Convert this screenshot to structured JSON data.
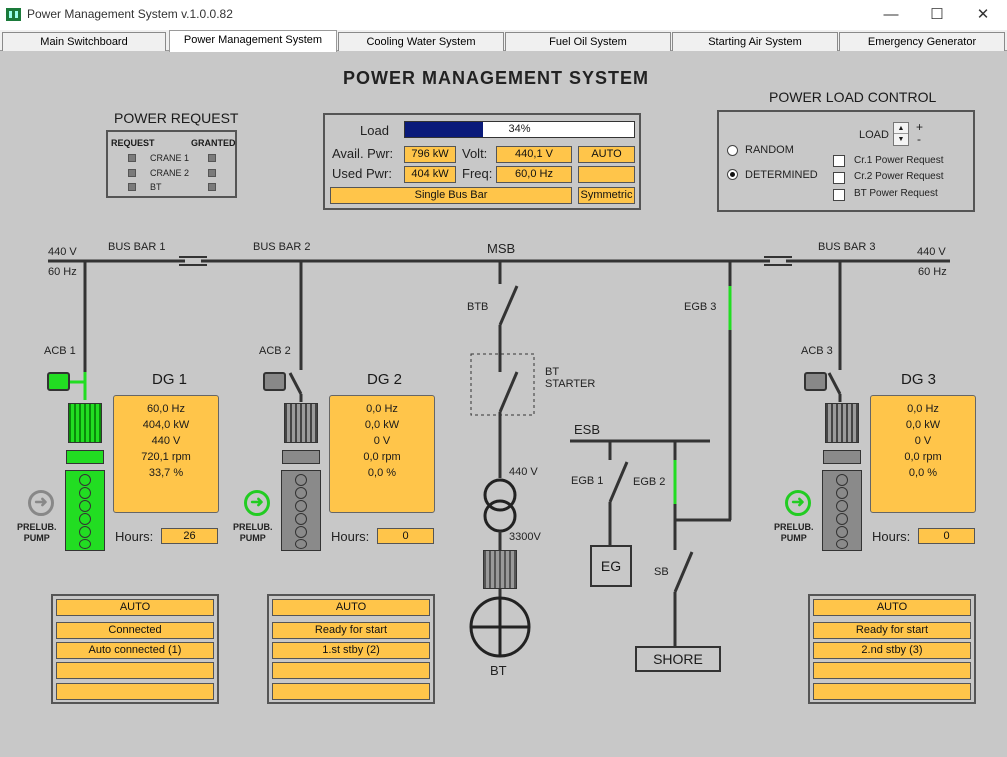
{
  "window": {
    "title": "Power Management System  v.1.0.0.82",
    "minimize": "—",
    "maximize": "☐",
    "close": "✕"
  },
  "tabs": [
    "Main Switchboard",
    "Power Management System",
    "Cooling Water System",
    "Fuel Oil System",
    "Starting Air System",
    "Emergency Generator"
  ],
  "page_title": "POWER MANAGEMENT SYSTEM",
  "power_request": {
    "title": "POWER REQUEST",
    "col_request": "REQUEST",
    "col_granted": "GRANTED",
    "items": [
      "CRANE 1",
      "CRANE 2",
      "BT"
    ]
  },
  "load_panel": {
    "load_label": "Load",
    "load_percent": 34,
    "load_text": "34%",
    "avail_label": "Avail. Pwr:",
    "avail_value": "796 kW",
    "used_label": "Used Pwr:",
    "used_value": "404 kW",
    "volt_label": "Volt:",
    "volt_value": "440,1 V",
    "freq_label": "Freq:",
    "freq_value": "60,0 Hz",
    "mode": "AUTO",
    "extra": "",
    "busbar_mode": "Single Bus Bar",
    "symmetric": "Symmetric"
  },
  "power_load_control": {
    "title": "POWER LOAD CONTROL",
    "load_label": "LOAD",
    "plus": "+",
    "minus": "-",
    "random": "RANDOM",
    "determined": "DETERMINED",
    "selected": "DETERMINED",
    "cr1": "Cr.1 Power Request",
    "cr2": "Cr.2 Power Request",
    "bt": "BT Power Request"
  },
  "diagram": {
    "left_volt": "440 V",
    "left_freq": "60 Hz",
    "right_volt": "440 V",
    "right_freq": "60 Hz",
    "bus1": "BUS BAR 1",
    "bus2": "BUS BAR 2",
    "msb": "MSB",
    "bus3": "BUS BAR 3",
    "acb1": "ACB 1",
    "acb2": "ACB 2",
    "acb3": "ACB 3",
    "btb": "BTB",
    "bt_starter": "BT\nSTARTER",
    "egb3": "EGB 3",
    "esb": "ESB",
    "egb1": "EGB 1",
    "egb2": "EGB 2",
    "eg": "EG",
    "sb": "SB",
    "shore": "SHORE",
    "tr_hi": "440 V",
    "tr_lo": "3300V",
    "bt": "BT",
    "prelub": "PRELUB.\nPUMP",
    "hours_label": "Hours:"
  },
  "generators": [
    {
      "name": "DG 1",
      "freq": "60,0 Hz",
      "power": "404,0 kW",
      "volt": "440 V",
      "rpm": "720,1 rpm",
      "load": "33,7 %",
      "hours": "26",
      "status": [
        "AUTO",
        "Connected",
        "Auto connected  (1)",
        "",
        ""
      ],
      "running": true
    },
    {
      "name": "DG 2",
      "freq": "0,0 Hz",
      "power": "0,0 kW",
      "volt": "0 V",
      "rpm": "0,0 rpm",
      "load": "0,0 %",
      "hours": "0",
      "status": [
        "AUTO",
        "Ready for start",
        "1.st stby  (2)",
        "",
        ""
      ],
      "running": false
    },
    {
      "name": "DG 3",
      "freq": "0,0 Hz",
      "power": "0,0 kW",
      "volt": "0 V",
      "rpm": "0,0 rpm",
      "load": "0,0 %",
      "hours": "0",
      "status": [
        "AUTO",
        "Ready for start",
        "2.nd stby  (3)",
        "",
        ""
      ],
      "running": false
    }
  ],
  "colors": {
    "active_green": "#22dd22",
    "panel_orange": "#ffc54a",
    "load_bar": "#0a1a7a",
    "background": "#c8c8c8"
  }
}
